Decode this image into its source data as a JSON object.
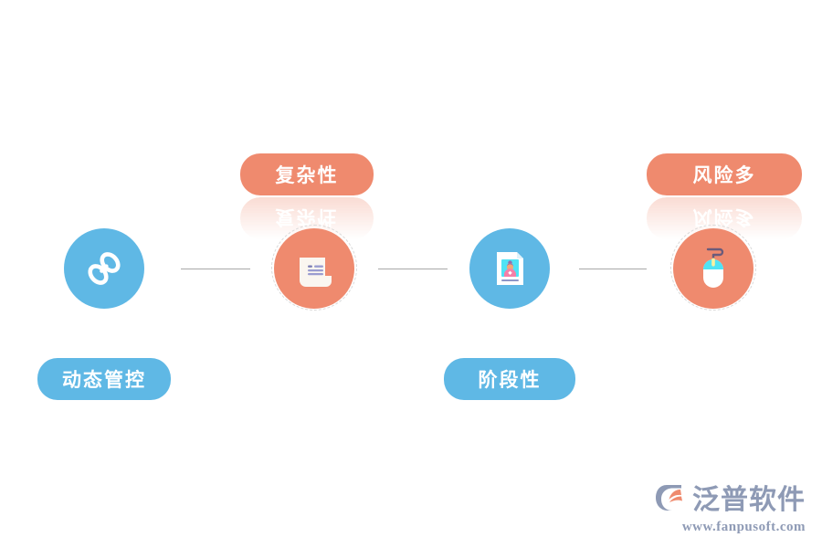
{
  "diagram": {
    "title": "",
    "colors": {
      "blue": "#5FB8E5",
      "salmon": "#EF8A6E",
      "connector": "#a8a8a8",
      "ring": "#d8d8d8",
      "background": "#ffffff"
    },
    "nodes": [
      {
        "id": "node-1",
        "icon": "chain-link-icon",
        "circle_color": "#5FB8E5",
        "label": "动态管控",
        "label_color": "#5FB8E5",
        "label_position": "below",
        "has_dashed_ring": false
      },
      {
        "id": "node-2",
        "icon": "scroll-document-icon",
        "circle_color": "#EF8A6E",
        "label": "复杂性",
        "label_color": "#EF8A6E",
        "label_position": "above",
        "has_dashed_ring": true
      },
      {
        "id": "node-3",
        "icon": "id-card-document-icon",
        "circle_color": "#5FB8E5",
        "label": "阶段性",
        "label_color": "#5FB8E5",
        "label_position": "below",
        "has_dashed_ring": false
      },
      {
        "id": "node-4",
        "icon": "computer-mouse-icon",
        "circle_color": "#EF8A6E",
        "label": "风险多",
        "label_color": "#EF8A6E",
        "label_position": "above",
        "has_dashed_ring": true
      }
    ],
    "connectors": [
      {
        "id": "connector-1-2"
      },
      {
        "id": "connector-2-3"
      },
      {
        "id": "connector-3-4"
      }
    ]
  },
  "logo": {
    "mark": "fanpu-logo-icon",
    "name": "泛普软件",
    "url": "www.fanpusoft.com",
    "text_color": "#8e9ab5",
    "accent_color": "#EF8A6E"
  }
}
